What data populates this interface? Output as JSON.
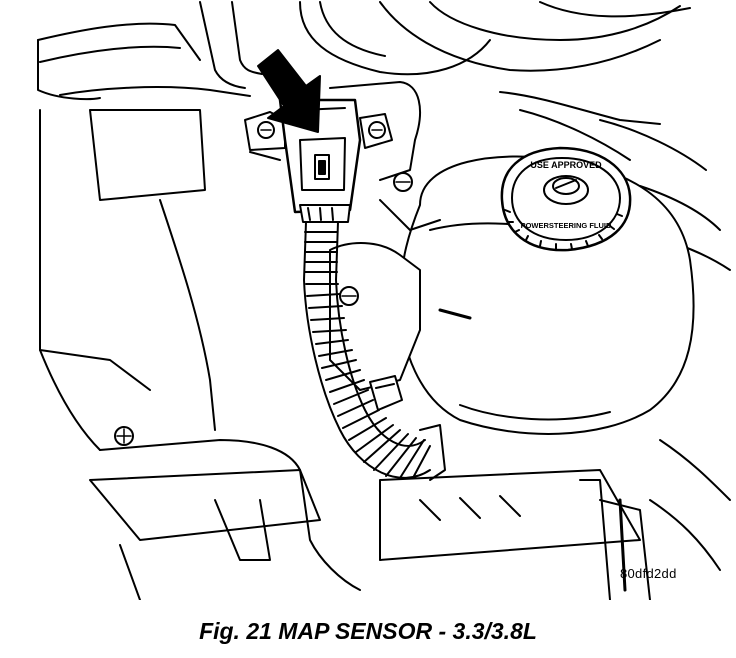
{
  "figure": {
    "caption": "Fig. 21 MAP SENSOR - 3.3/3.8L",
    "image_id": "80dfd2dd",
    "cap_text_top": "USE APPROVED",
    "cap_text_bottom": "POWERSTEERING FLUID"
  },
  "colors": {
    "line": "#000000",
    "background": "#ffffff",
    "shadow": "#000000"
  }
}
